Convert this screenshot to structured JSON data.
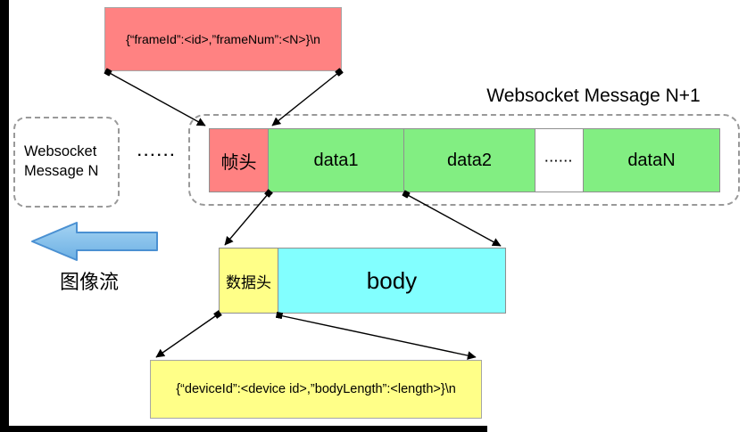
{
  "diagram": {
    "top_annotation": {
      "text": "{“frameId”:<id>,”frameNum”:<N>}\\n",
      "bg": "#ff8282"
    },
    "websocket_message_n1_label": "Websocket Message N+1",
    "websocket_message_n_box": {
      "label": "Websocket Message N"
    },
    "left_ellipsis": "······",
    "frame_bar": {
      "cells": [
        {
          "label": "帧头",
          "bg": "#ff8282"
        },
        {
          "label": "data1",
          "bg": "#82ee82"
        },
        {
          "label": "data2",
          "bg": "#82ee82"
        },
        {
          "label": "······",
          "bg": "#ffffff"
        },
        {
          "label": "dataN",
          "bg": "#82ee82"
        }
      ]
    },
    "data_bar": {
      "header_label": "数据头",
      "header_bg": "#ffff88",
      "body_label": "body",
      "body_bg": "#82ffff"
    },
    "stream": {
      "label": "图像流",
      "arrow_fill_light": "#a5d3f2",
      "arrow_fill_dark": "#6cb0e4",
      "arrow_stroke": "#4a90d2"
    },
    "bottom_annotation": {
      "text": "{“deviceId”:<device id>,”bodyLength”:<length>}\\n",
      "bg": "#ffff88"
    },
    "colors": {
      "dashed_border": "#999999",
      "cell_border": "#8f8f8f",
      "connector": "#000000",
      "edge_bars": "#000000"
    }
  }
}
